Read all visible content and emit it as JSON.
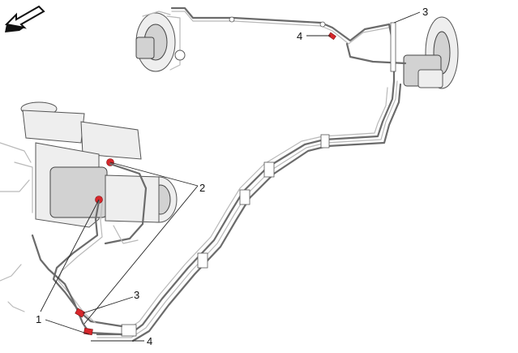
{
  "callouts": {
    "c1": "1",
    "c2": "2",
    "c3_lower": "3",
    "c3_upper": "3",
    "c4_lower": "4",
    "c4_upper": "4"
  },
  "colors": {
    "highlight": "#d8262b",
    "line": "#222222",
    "pipe": "#6b6b6b"
  },
  "icons": {
    "direction": "front-direction-arrow-icon"
  }
}
